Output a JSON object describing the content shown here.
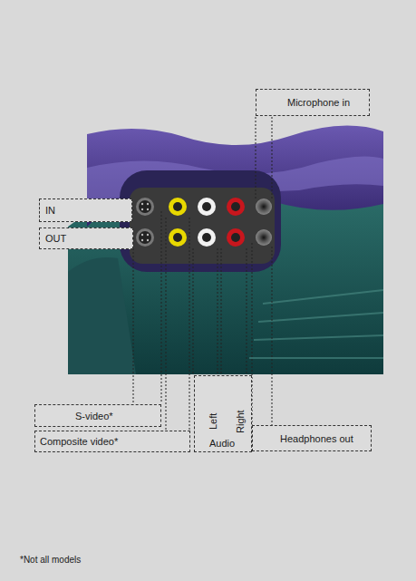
{
  "diagram": {
    "nodes": [
      {
        "text": [
          "Microphone in"
        ]
      },
      {
        "text": [
          "IN"
        ]
      },
      {
        "text": [
          "OUT"
        ]
      },
      {
        "text": [
          "S-video*"
        ]
      },
      {
        "text": [
          "Composite video*"
        ]
      },
      {
        "text": [
          "Left",
          "Right",
          "Audio"
        ]
      },
      {
        "text": [
          "Headphones out"
        ]
      }
    ],
    "labels": [
      "*Not all models"
    ]
  }
}
